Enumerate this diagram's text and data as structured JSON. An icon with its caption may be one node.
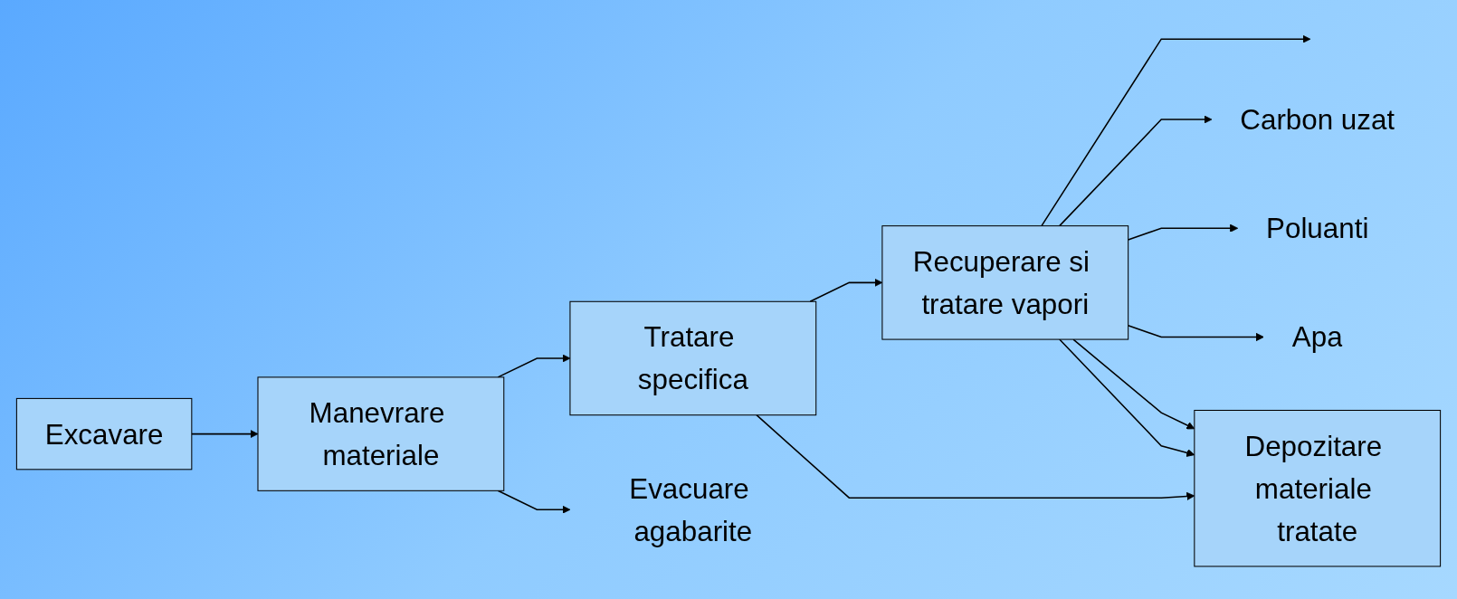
{
  "diagram": {
    "nodes": [
      {
        "text": [
          "Excavare"
        ]
      },
      {
        "text": [
          "Manevrare materiale"
        ]
      },
      {
        "text": [
          "Tratare specifica"
        ]
      },
      {
        "text": [
          "Recuperare si tratare vapori"
        ]
      },
      {
        "text": [
          "Carbon uzat"
        ]
      },
      {
        "text": [
          "Poluanti"
        ]
      },
      {
        "text": [
          "Apa"
        ]
      },
      {
        "text": [
          "Evacuare agabarite"
        ]
      },
      {
        "text": [
          "Depozitare materiale tratate"
        ]
      }
    ],
    "edges": [
      {
        "from": 0,
        "to": 1,
        "arrow": "to"
      },
      {
        "from": 1,
        "to": 2,
        "arrow": "to"
      },
      {
        "from": 1,
        "to": 7,
        "arrow": "to"
      },
      {
        "from": 2,
        "to": 3,
        "arrow": "to"
      },
      {
        "from": 2,
        "to": 8,
        "arrow": "to"
      },
      {
        "from": 3,
        "to": null,
        "arrow": "to"
      },
      {
        "from": 3,
        "to": 8,
        "arrow": "to"
      },
      {
        "from": 3,
        "to": 4,
        "arrow": "to"
      },
      {
        "from": 3,
        "to": 5,
        "arrow": "to"
      },
      {
        "from": 3,
        "to": 6,
        "arrow": "to"
      },
      {
        "from": 3,
        "to": 8,
        "arrow": "to"
      }
    ]
  }
}
